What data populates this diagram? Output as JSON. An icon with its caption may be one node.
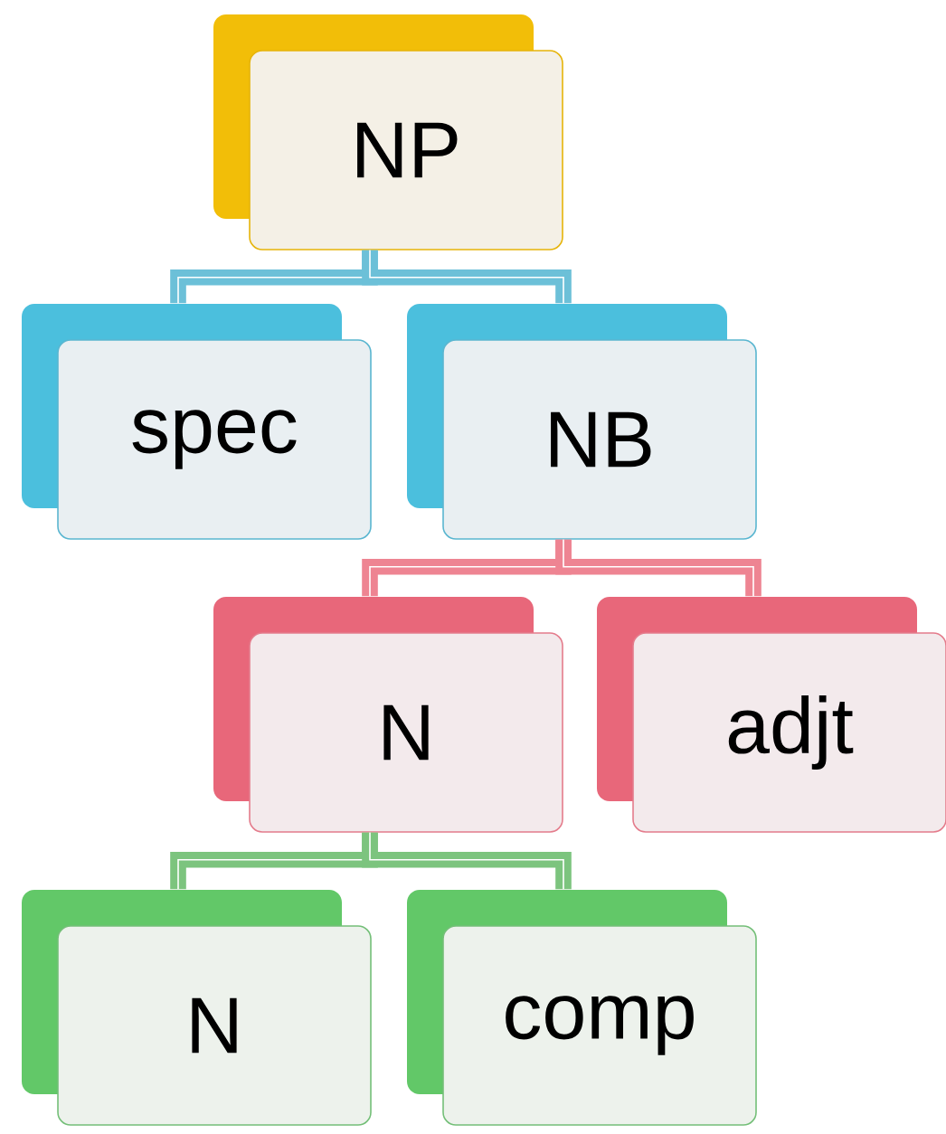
{
  "diagram": {
    "nodes": [
      {
        "text": [
          "NP"
        ]
      },
      {
        "text": [
          "spec"
        ]
      },
      {
        "text": [
          "NB"
        ]
      },
      {
        "text": [
          "N"
        ]
      },
      {
        "text": [
          "adjt"
        ]
      },
      {
        "text": [
          "N"
        ]
      },
      {
        "text": [
          "comp"
        ]
      }
    ],
    "edges": [
      {
        "from": 0,
        "to": 1,
        "arrow": "none",
        "color": "#6cc0d8"
      },
      {
        "from": 0,
        "to": 2,
        "arrow": "none",
        "color": "#6cc0d8"
      },
      {
        "from": 2,
        "to": 3,
        "arrow": "none",
        "color": "#ee8492"
      },
      {
        "from": 2,
        "to": 4,
        "arrow": "none",
        "color": "#ee8492"
      },
      {
        "from": 3,
        "to": 5,
        "arrow": "none",
        "color": "#7cc47e"
      },
      {
        "from": 3,
        "to": 6,
        "arrow": "none",
        "color": "#7cc47e"
      }
    ]
  }
}
